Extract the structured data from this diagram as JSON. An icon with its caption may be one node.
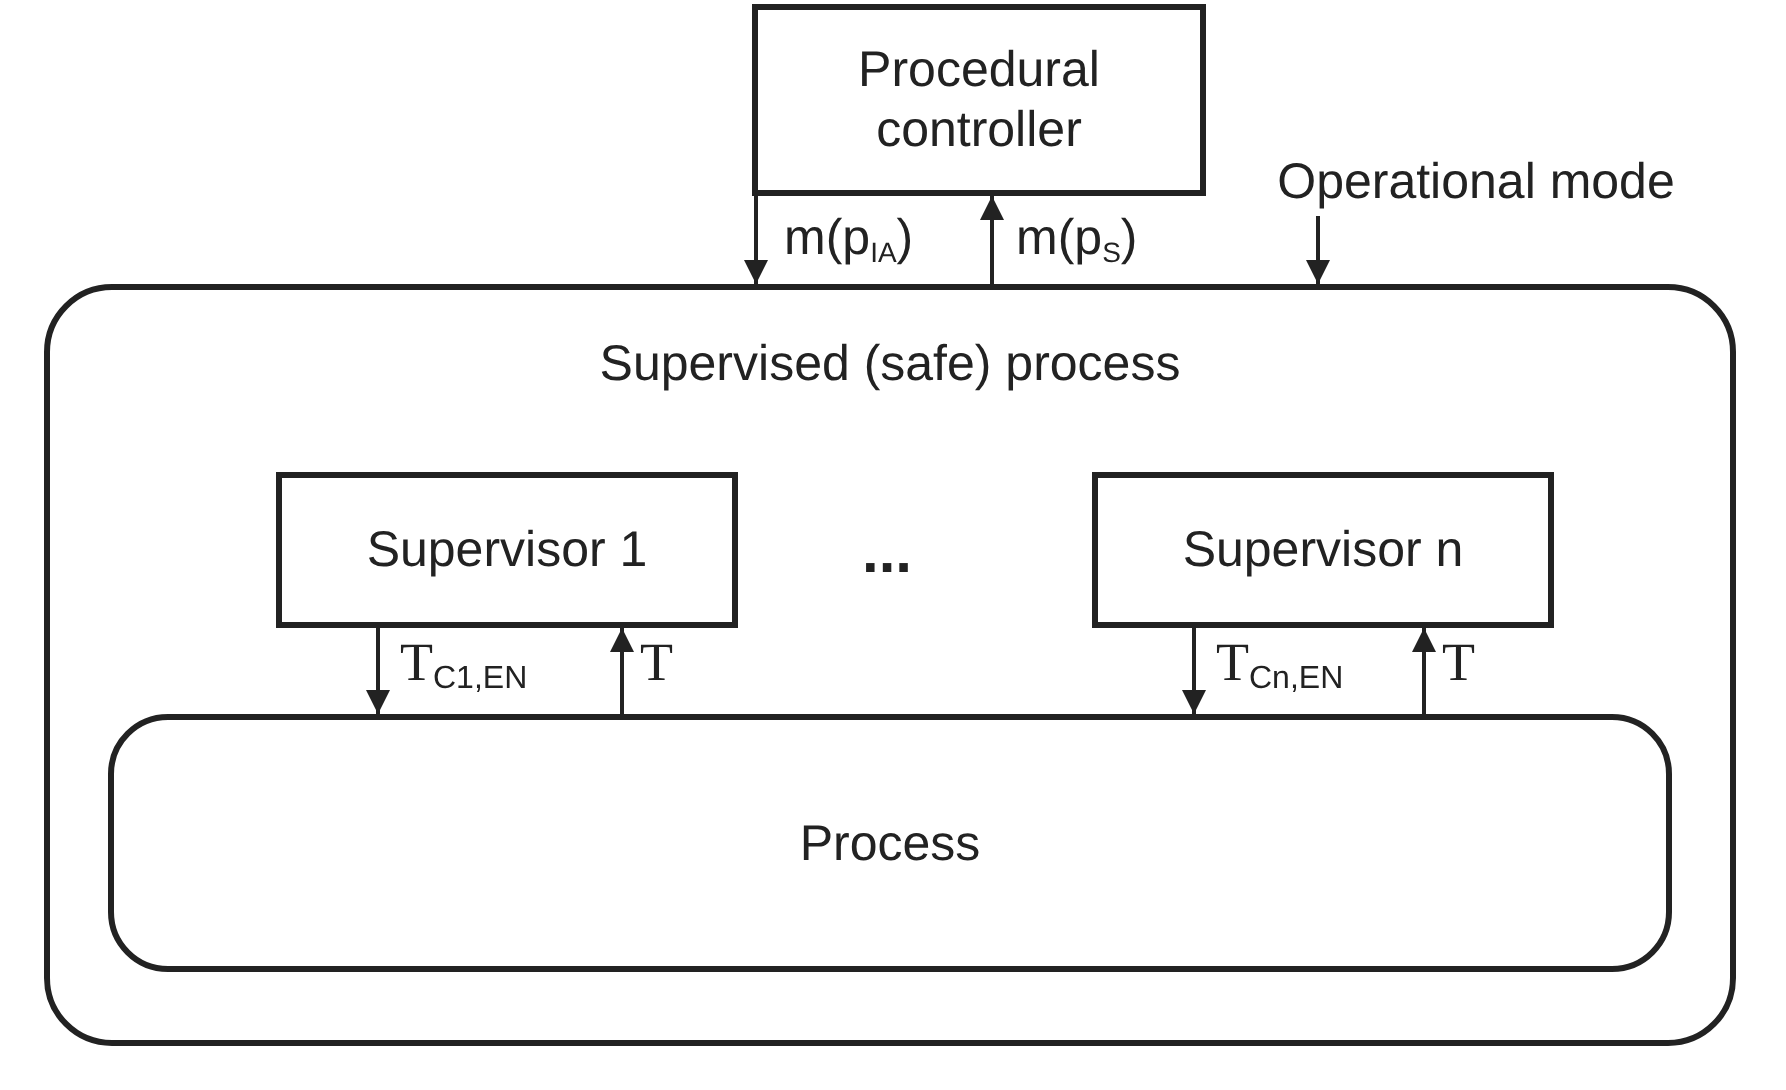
{
  "diagram": {
    "nodes": [
      {
        "text": [
          "Procedural controller"
        ]
      },
      {
        "text": [
          "Operational mode"
        ]
      },
      {
        "text": [
          "Supervised (safe) process"
        ]
      },
      {
        "text": [
          "Supervisor 1"
        ],
        "in": 2
      },
      {
        "text": [
          "Supervisor n"
        ],
        "in": 2
      },
      {
        "text": [
          "Process"
        ],
        "in": 2
      }
    ],
    "edges": [
      {
        "from": 0,
        "to": 2,
        "arrow": "to",
        "label": "m(p$_{IA}$)"
      },
      {
        "from": 2,
        "to": 0,
        "arrow": "to",
        "label": "m(p$_{S}$)"
      },
      {
        "from": 1,
        "to": 2,
        "arrow": "to"
      },
      {
        "from": 3,
        "to": 5,
        "arrow": "to",
        "label": "T$_{C1,EN}$"
      },
      {
        "from": 5,
        "to": 3,
        "arrow": "to",
        "label": "T"
      },
      {
        "from": 4,
        "to": 5,
        "arrow": "to",
        "label": "T$_{Cn,EN}$"
      },
      {
        "from": 5,
        "to": 4,
        "arrow": "to",
        "label": "T"
      }
    ],
    "labels": [
      "..."
    ]
  }
}
